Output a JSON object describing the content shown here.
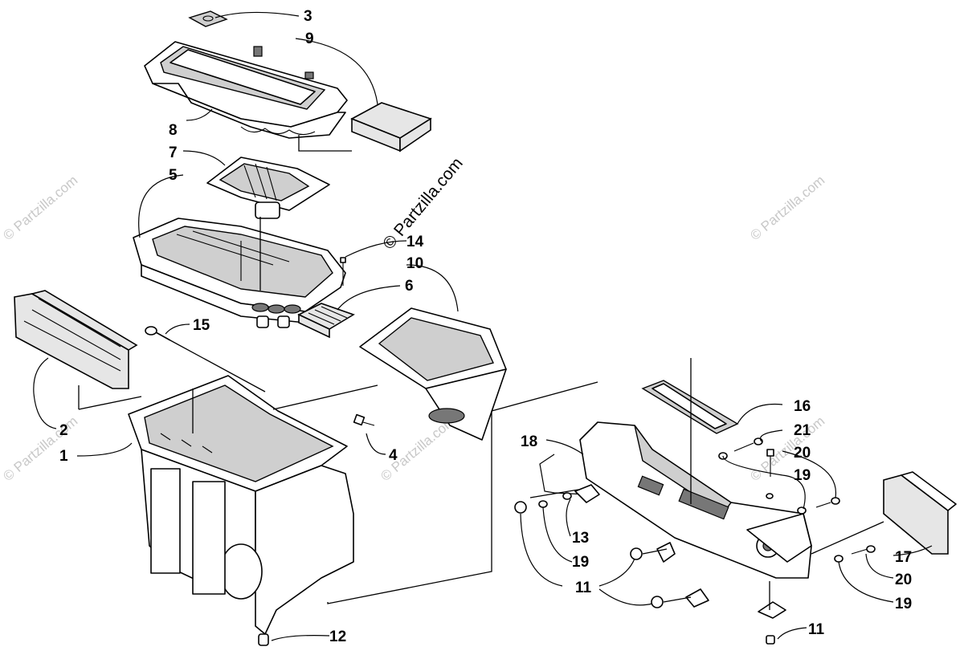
{
  "watermark": {
    "main": "© Partzilla.com",
    "faint": "© Partzilla.com"
  },
  "callouts": {
    "c1": "1",
    "c2": "2",
    "c3": "3",
    "c4": "4",
    "c5": "5",
    "c6": "6",
    "c7": "7",
    "c8": "8",
    "c9": "9",
    "c10": "10",
    "c11a": "11",
    "c11b": "11",
    "c12": "12",
    "c13": "13",
    "c14": "14",
    "c15": "15",
    "c16": "16",
    "c17": "17",
    "c18": "18",
    "c19a": "19",
    "c19b": "19",
    "c19c": "19",
    "c20a": "20",
    "c20b": "20",
    "c21": "21"
  }
}
